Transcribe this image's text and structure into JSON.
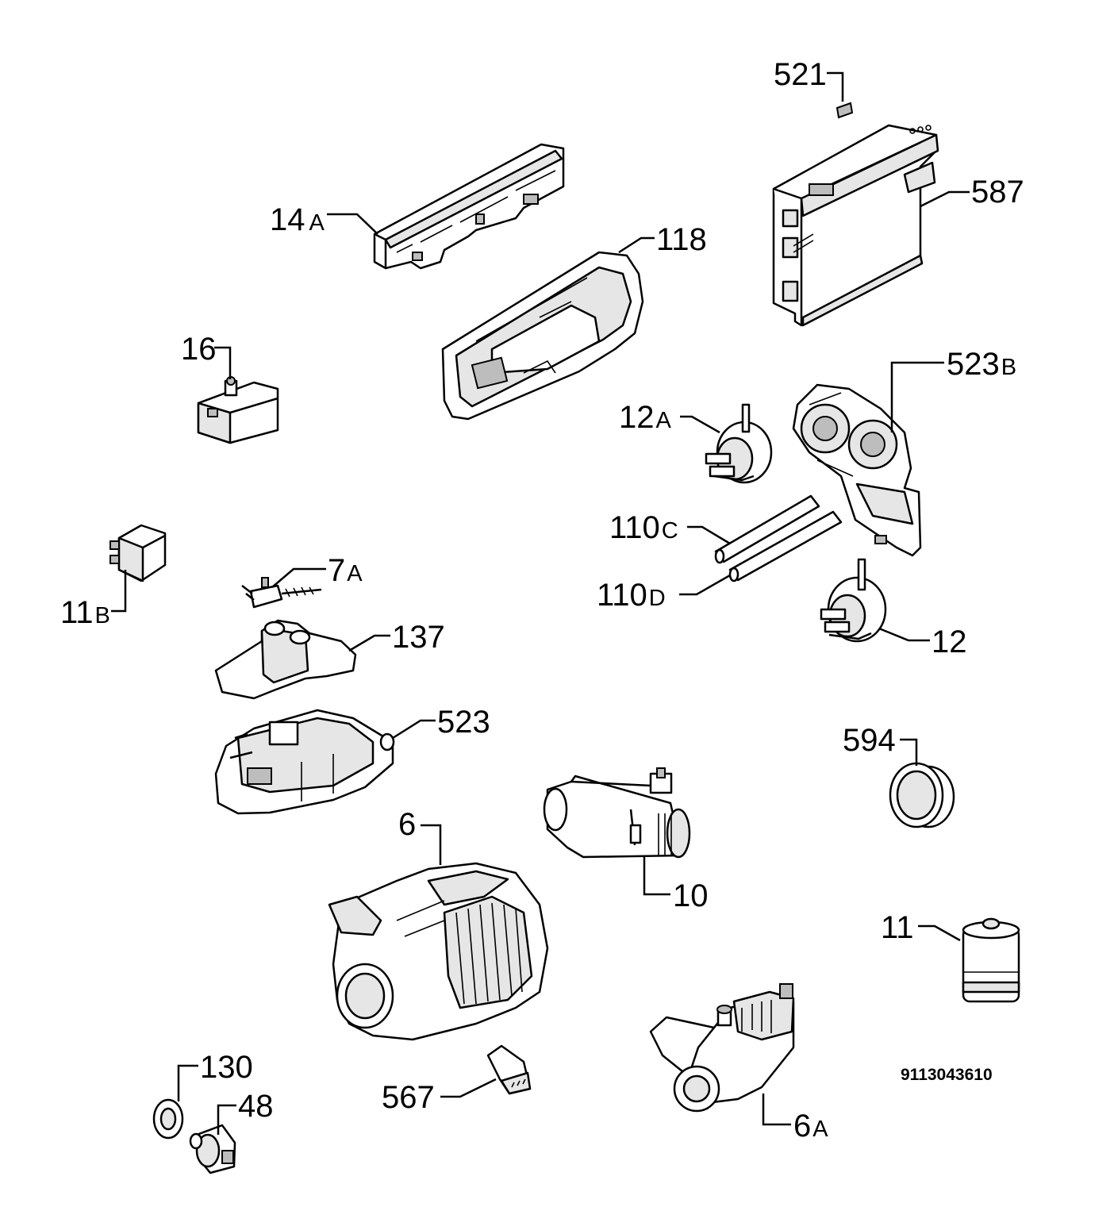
{
  "diagram_code": "9113043610",
  "labels": {
    "p521": {
      "num": "521",
      "suffix": ""
    },
    "p587": {
      "num": "587",
      "suffix": ""
    },
    "p14a": {
      "num": "14",
      "suffix": "A"
    },
    "p118": {
      "num": "118",
      "suffix": ""
    },
    "p16": {
      "num": "16",
      "suffix": ""
    },
    "p523b": {
      "num": "523",
      "suffix": "B"
    },
    "p12a": {
      "num": "12",
      "suffix": "A"
    },
    "p110c": {
      "num": "110",
      "suffix": "C"
    },
    "p110d": {
      "num": "110",
      "suffix": "D"
    },
    "p11b": {
      "num": "11",
      "suffix": "B"
    },
    "p7a": {
      "num": "7",
      "suffix": "A"
    },
    "p137": {
      "num": "137",
      "suffix": ""
    },
    "p12": {
      "num": "12",
      "suffix": ""
    },
    "p523": {
      "num": "523",
      "suffix": ""
    },
    "p594": {
      "num": "594",
      "suffix": ""
    },
    "p6": {
      "num": "6",
      "suffix": ""
    },
    "p10": {
      "num": "10",
      "suffix": ""
    },
    "p11": {
      "num": "11",
      "suffix": ""
    },
    "p130": {
      "num": "130",
      "suffix": ""
    },
    "p48": {
      "num": "48",
      "suffix": ""
    },
    "p567": {
      "num": "567",
      "suffix": ""
    },
    "p6a": {
      "num": "6",
      "suffix": "A"
    }
  }
}
